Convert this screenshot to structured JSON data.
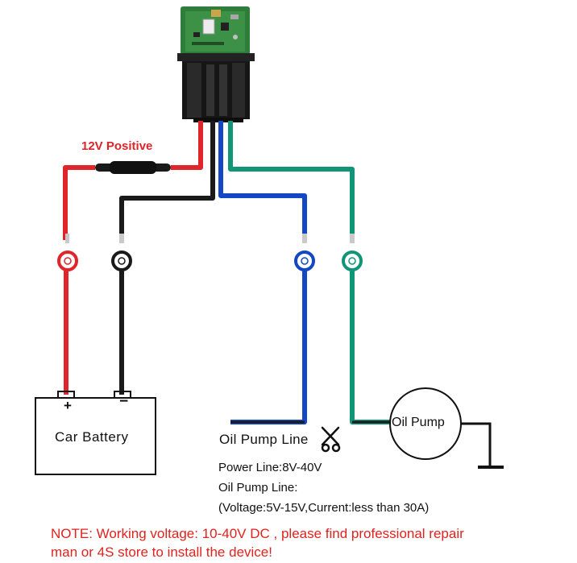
{
  "labels": {
    "positive": "12V Positive",
    "battery": "Car Battery",
    "battery_plus": "+",
    "battery_minus": "−",
    "oil_pump_line": "Oil Pump Line",
    "oil_pump": "Oil Pump"
  },
  "specs": {
    "power_line": "Power Line:8V-40V",
    "oil_pump_line": "Oil Pump Line:",
    "voltage_current": "(Voltage:5V-15V,Current:less than 30A)"
  },
  "note": {
    "line1": "NOTE: Working voltage: 10-40V DC , please find professional repair",
    "line2": "man or 4S store to install the device!"
  },
  "wires": [
    {
      "name": "red",
      "color": "#e0262a"
    },
    {
      "name": "black",
      "color": "#1a1a1a"
    },
    {
      "name": "blue",
      "color": "#1447c4"
    },
    {
      "name": "green",
      "color": "#119577"
    }
  ],
  "icons": [
    "gps-relay-device",
    "fuse-icon",
    "scissors-icon",
    "ground-icon"
  ]
}
